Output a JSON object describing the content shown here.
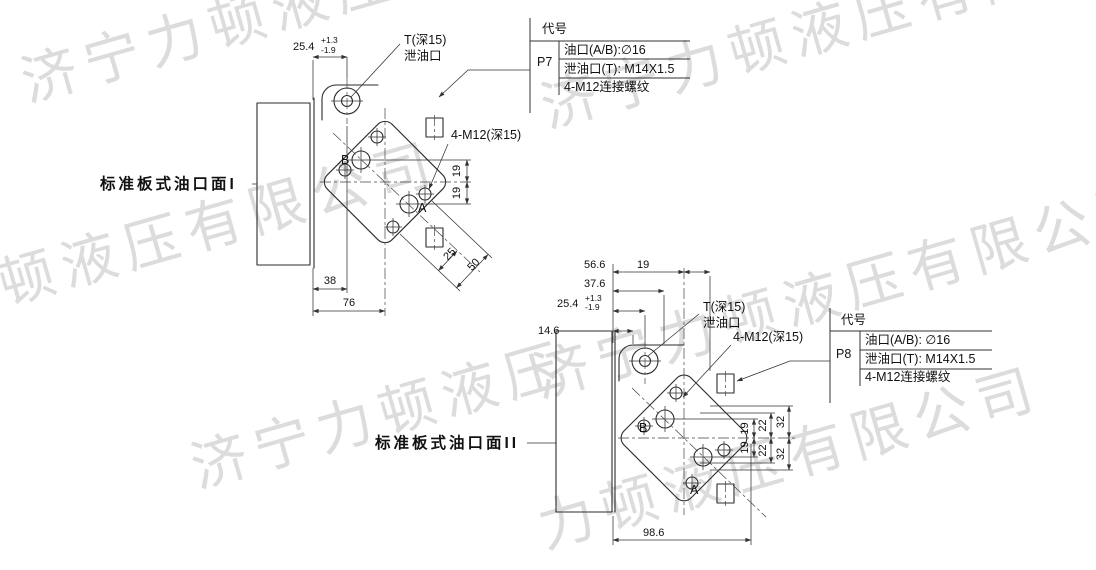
{
  "watermark": {
    "color": "#dcdcdc",
    "tiles": [
      {
        "text": "济宁力顿液压"
      },
      {
        "text": "济宁力顿液压有限公司"
      },
      {
        "text": "顿液压有限公司"
      },
      {
        "text": "济宁力顿液压有限公司"
      },
      {
        "text": "济宁力顿液压"
      },
      {
        "text": "力顿液压有限公司"
      }
    ]
  },
  "view1": {
    "title": "标准板式油口面I",
    "dims": {
      "d254": "25.4",
      "tol_up": "+1.3",
      "tol_dn": "-1.9",
      "d38": "38",
      "d76": "76",
      "d19a": "19",
      "d19b": "19",
      "d25": "25",
      "d50": "50"
    },
    "labels": {
      "t_port": "T(深15)",
      "drain": "泄油口",
      "bolts": "4-M12(深15)",
      "port_b": "B",
      "port_a": "A"
    }
  },
  "table1": {
    "header": "代号",
    "code": "P7",
    "rows": [
      "油口(A/B):∅16",
      "泄油口(T): M14X1.5",
      "4-M12连接螺纹"
    ]
  },
  "view2": {
    "title": "标准板式油口面II",
    "dims": {
      "d566": "56.6",
      "d19t": "19",
      "d376": "37.6",
      "d254": "25.4",
      "tol_up": "+1.3",
      "tol_dn": "-1.9",
      "d146": "14.6",
      "d19a": "19",
      "d19b": "19",
      "d22a": "22",
      "d22b": "22",
      "d32a": "32",
      "d32b": "32",
      "d986": "98.6"
    },
    "labels": {
      "t_port": "T(深15)",
      "drain": "泄油口",
      "bolts": "4-M12(深15)",
      "port_b": "B",
      "port_a": "A"
    }
  },
  "table2": {
    "header": "代号",
    "code": "P8",
    "rows": [
      "油口(A/B): ∅16",
      "泄油口(T): M14X1.5",
      "4-M12连接螺纹"
    ]
  }
}
